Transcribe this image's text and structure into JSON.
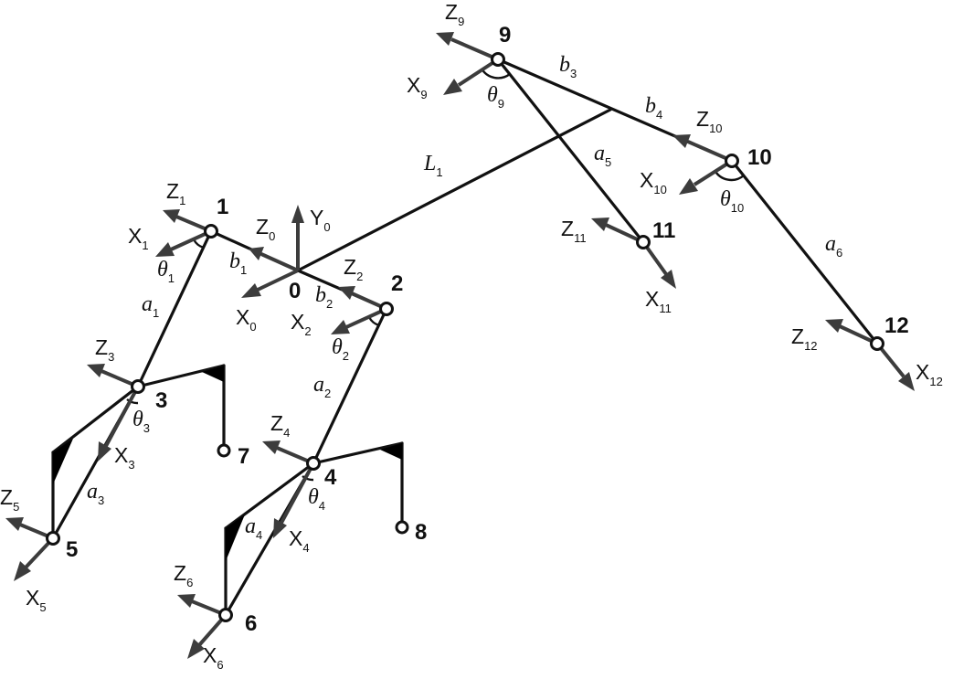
{
  "colors": {
    "line": "#111111",
    "arrow": "#3c3c3c",
    "background": "#ffffff"
  },
  "nodes": {
    "n0": "0",
    "n1": "1",
    "n2": "2",
    "n3": "3",
    "n4": "4",
    "n5": "5",
    "n6": "6",
    "n7": "7",
    "n8": "8",
    "n9": "9",
    "n10": "10",
    "n11": "11",
    "n12": "12"
  },
  "labels": {
    "Z": "Z",
    "X": "X",
    "Y": "Y",
    "a": "a",
    "b": "b",
    "L": "L",
    "theta": "θ"
  },
  "subscripts": {
    "s0": "0",
    "s1": "1",
    "s2": "2",
    "s3": "3",
    "s4": "4",
    "s5": "5",
    "s6": "6",
    "s9": "9",
    "s10": "10",
    "s11": "11",
    "s12": "12"
  }
}
